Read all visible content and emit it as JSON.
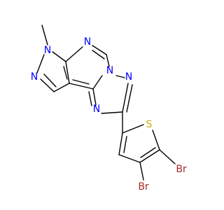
{
  "colors": {
    "background": "#ffffff",
    "bond": "#000000",
    "nitrogen": "#0000ff",
    "sulfur": "#c8b400",
    "bromine": "#a52a2a",
    "carbon": "#000000"
  },
  "atoms": {
    "n_methyl": "N",
    "n_pyrazole": "N",
    "n_pyrimidine": "N",
    "n_triazole_bridge": "N",
    "n_triazole_top": "N",
    "n_triazole_left": "N",
    "s_thiophene": "S",
    "br_right": "Br",
    "br_bottom": "Br"
  }
}
